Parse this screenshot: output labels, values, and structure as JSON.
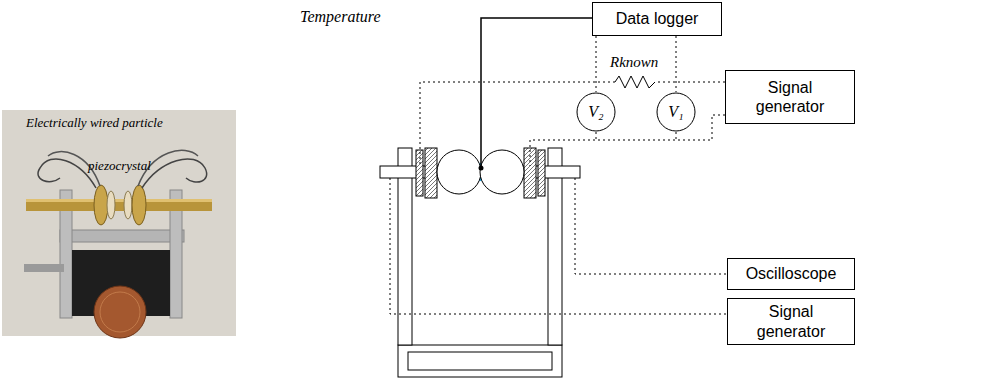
{
  "diagram": {
    "nodes": [
      {
        "text": [
          "Data logger"
        ]
      },
      {
        "text": [
          "Signal generator"
        ]
      },
      {
        "text": [
          "V₂"
        ]
      },
      {
        "text": [
          "V₁"
        ]
      },
      {
        "text": [
          "Oscilloscope"
        ]
      },
      {
        "text": [
          "Signal generator"
        ]
      }
    ],
    "edges": [
      {
        "from": 0,
        "to": 2,
        "arrow": "none"
      },
      {
        "from": 0,
        "to": 3,
        "arrow": "none"
      }
    ],
    "labels": [
      "Temperature",
      "Rknown",
      "Electrically wired particle",
      "piezocrystal"
    ]
  }
}
